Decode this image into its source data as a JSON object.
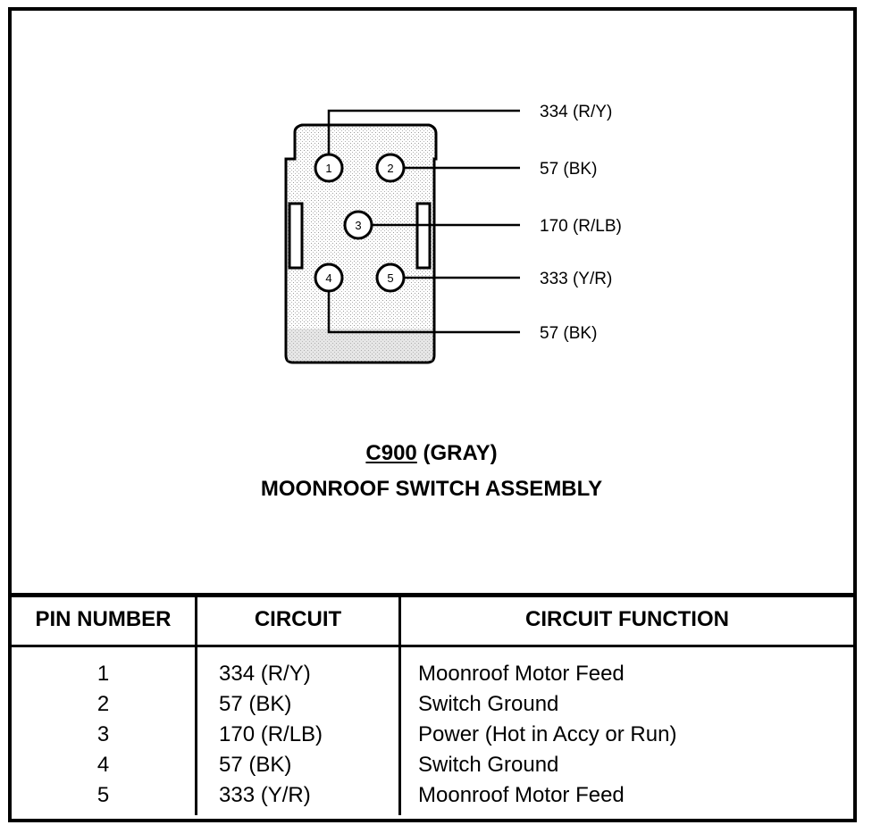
{
  "diagram": {
    "wires": [
      {
        "pin": "1",
        "label": "334 (R/Y)"
      },
      {
        "pin": "2",
        "label": "57 (BK)"
      },
      {
        "pin": "3",
        "label": "170 (R/LB)"
      },
      {
        "pin": "5",
        "label": "333 (Y/R)"
      },
      {
        "pin": "4",
        "label": "57 (BK)"
      }
    ],
    "pins": [
      "1",
      "2",
      "3",
      "4",
      "5"
    ]
  },
  "title": {
    "connector_id": "C900",
    "connector_color": "(GRAY)",
    "assembly": "MOONROOF SWITCH ASSEMBLY"
  },
  "table": {
    "headers": [
      "PIN NUMBER",
      "CIRCUIT",
      "CIRCUIT FUNCTION"
    ],
    "rows": [
      {
        "pin": "1",
        "circuit": "334 (R/Y)",
        "function": "Moonroof Motor Feed"
      },
      {
        "pin": "2",
        "circuit": "57 (BK)",
        "function": "Switch Ground"
      },
      {
        "pin": "3",
        "circuit": "170 (R/LB)",
        "function": "Power (Hot in Accy or Run)"
      },
      {
        "pin": "4",
        "circuit": "57 (BK)",
        "function": "Switch Ground"
      },
      {
        "pin": "5",
        "circuit": "333 (Y/R)",
        "function": "Moonroof Motor Feed"
      }
    ]
  }
}
